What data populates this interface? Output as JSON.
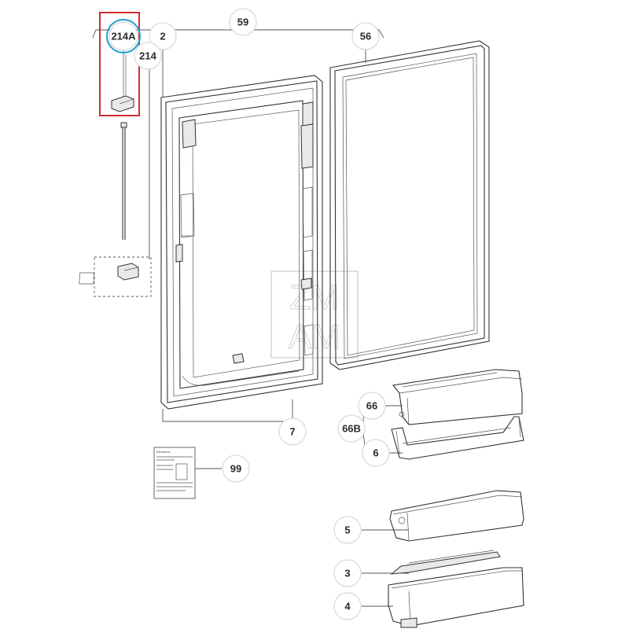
{
  "callouts": {
    "c214A": "214A",
    "c2": "2",
    "c214": "214",
    "c59": "59",
    "c56": "56",
    "c7": "7",
    "c66": "66",
    "c66B": "66B",
    "c6": "6",
    "c99": "99",
    "c5": "5",
    "c3": "3",
    "c4": "4"
  },
  "watermark": {
    "line1": "ZM",
    "line2": "AM"
  },
  "manual": {
    "brand": "Electrolux"
  },
  "colors": {
    "highlight_box": "#d22b2b",
    "highlight_circle": "#1f9fd0"
  }
}
